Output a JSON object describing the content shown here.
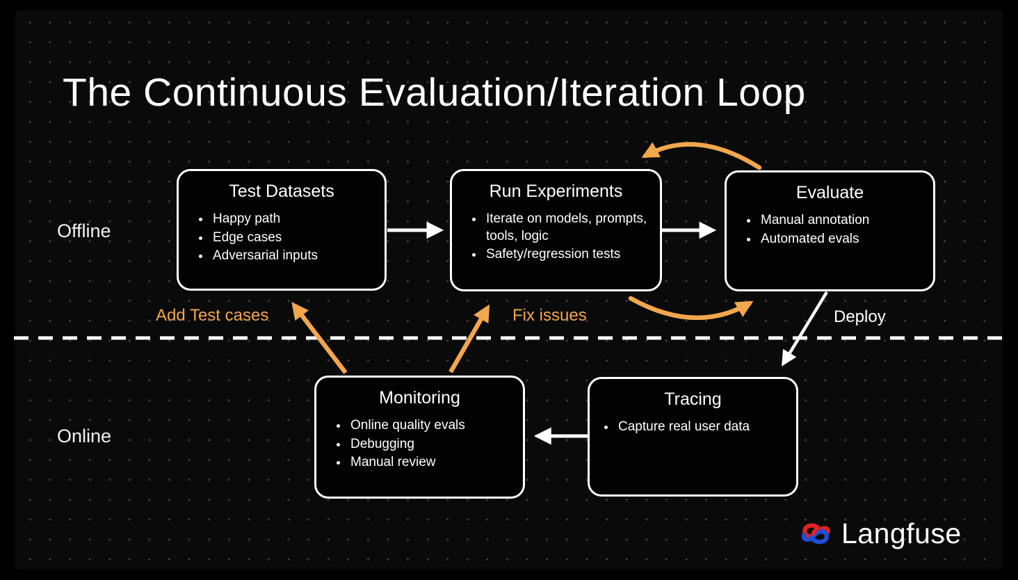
{
  "title": "The Continuous Evaluation/Iteration Loop",
  "zones": {
    "offline": "Offline",
    "online": "Online"
  },
  "boxes": {
    "test_datasets": {
      "title": "Test Datasets",
      "bullets": [
        "Happy path",
        "Edge cases",
        "Adversarial inputs"
      ]
    },
    "run_experiments": {
      "title": "Run Experiments",
      "bullets": [
        "Iterate on models, prompts, tools, logic",
        "Safety/regression tests"
      ]
    },
    "evaluate": {
      "title": "Evaluate",
      "bullets": [
        "Manual annotation",
        "Automated evals"
      ]
    },
    "monitoring": {
      "title": "Monitoring",
      "bullets": [
        "Online quality evals",
        "Debugging",
        "Manual review"
      ]
    },
    "tracing": {
      "title": "Tracing",
      "bullets": [
        "Capture real user data"
      ]
    }
  },
  "edge_labels": {
    "add_test_cases": "Add Test cases",
    "fix_issues": "Fix issues",
    "deploy": "Deploy"
  },
  "logo": {
    "text": "Langfuse"
  },
  "colors": {
    "accent_orange": "#F2A64D",
    "arrow_white": "#FFFFFF",
    "logo_red": "#D92525",
    "logo_blue": "#1D4ED8",
    "background": "#000000",
    "dot_grid": "#3F3F3F"
  }
}
